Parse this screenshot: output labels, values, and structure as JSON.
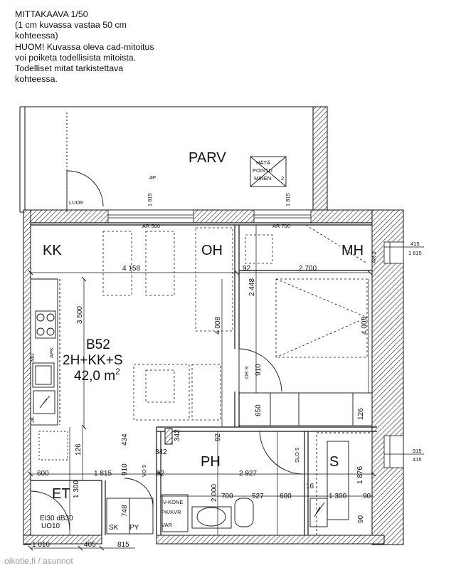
{
  "note_lines": [
    "MITTAKAAVA 1/50",
    "(1 cm kuvassa vastaa 50 cm",
    "kohteessa)",
    "HUOM! Kuvassa oleva cad-mitoitus",
    "voi poiketa todellisista mitoista.",
    "Todelliset mitat tarkistettava",
    "kohteessa."
  ],
  "rooms": {
    "balcony": "PARV",
    "kitchen": "KK",
    "living": "OH",
    "bedroom": "MH",
    "bathroom": "PH",
    "sauna": "S",
    "hall": "ET"
  },
  "apartment": {
    "code": "B52",
    "type": "2H+KK+S",
    "area": "42,0 m",
    "area_sup": "2"
  },
  "labels": {
    "hata_1": "HÄTÄ",
    "hata_2": "POISTU",
    "hata_3": "MINEN",
    "hata_num": "2",
    "luo": "LUO9",
    "p4": "4P",
    "ar500": "AR 500",
    "ar700": "AR 700",
    "ar3": "AR 3",
    "ok9": "OK 9",
    "slo9": "SLO 9",
    "vo9": "VO 9",
    "jk": "JK",
    "apk": "APK",
    "mu": "MU",
    "ivkone": "IV-KONE",
    "pk": "PK/KVR",
    "var": "VAR",
    "sk": "SK",
    "py": "PY",
    "ei30": "EI30 dB30",
    "uo10": "UO10"
  },
  "dims": {
    "d1815a": "1 815",
    "d1815b": "1 815",
    "d4158": "4 158",
    "d92a": "92",
    "d2700": "2 700",
    "d2448": "2 448",
    "d3500": "3 500",
    "d4008a": "4 008",
    "d4008b": "4 008",
    "d910a": "910",
    "d650": "650",
    "d126a": "126",
    "d126b": "126",
    "d342a": "342",
    "d342b": "342",
    "d434": "434",
    "d92b": "92",
    "d600a": "600",
    "d1815c": "1 815",
    "d910b": "910",
    "d92c": "92",
    "d2927": "2 927",
    "d1876": "1 876",
    "d2000": "2 000",
    "d700": "700",
    "d527": "527",
    "d600b": "600",
    "d1300a": "1 300",
    "d90a": "90",
    "d1300b": "1 300",
    "d748": "748",
    "d1010": "1 010",
    "d405": "405",
    "d815": "815",
    "d415a": "415",
    "d1615": "1 615",
    "d915": "915",
    "d415b": "415",
    "d16": "16",
    "d90b": "90"
  },
  "watermark": "oikotie.fi / asunnot"
}
